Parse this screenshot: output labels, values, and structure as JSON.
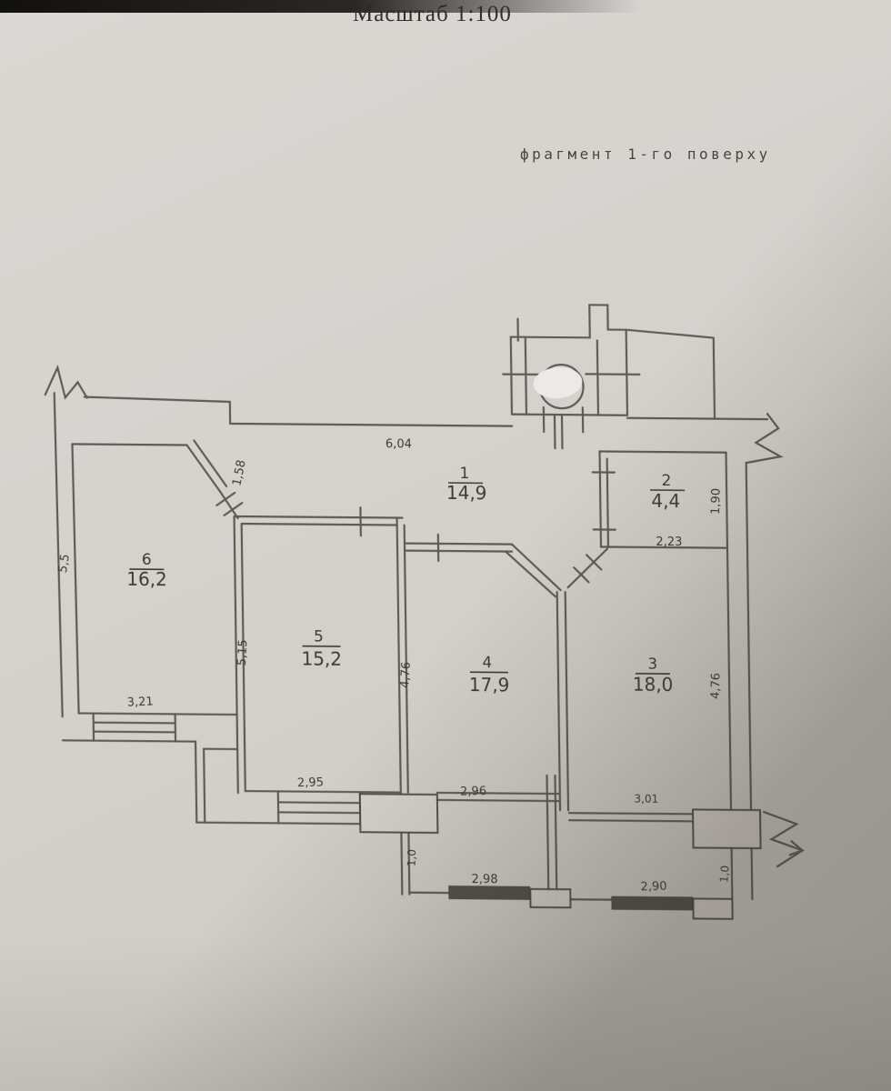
{
  "header": {
    "scale_label": "Масштаб 1:100",
    "fragment_label": "фрагмент 1-го поверху"
  },
  "rooms": [
    {
      "number": "1",
      "area": "14,9"
    },
    {
      "number": "2",
      "area": "4,4"
    },
    {
      "number": "3",
      "area": "18,0"
    },
    {
      "number": "4",
      "area": "17,9"
    },
    {
      "number": "5",
      "area": "15,2"
    },
    {
      "number": "6",
      "area": "16,2"
    }
  ],
  "dimensions": {
    "top_width": "6,04",
    "entry_door": "1,58",
    "left_height": "5,5",
    "room6_window_width": "3,21",
    "room5_left_height": "5,15",
    "room5_bottom_width": "2,95",
    "room4_left_height": "4,76",
    "room4_bottom_width": "2,96",
    "room3_bottom_width": "3,01",
    "room3_right_height": "4,76",
    "room2_bottom_width": "2,23",
    "room2_right_height": "1,90",
    "balcony_left_width": "2,98",
    "balcony_right_width": "2,90",
    "balcony_left_depth": "1,0",
    "balcony_right_depth": "1,0"
  },
  "colors": {
    "paper": "#d5d1cc",
    "ink": "#4f4a43",
    "dark_window": "#45403a"
  }
}
